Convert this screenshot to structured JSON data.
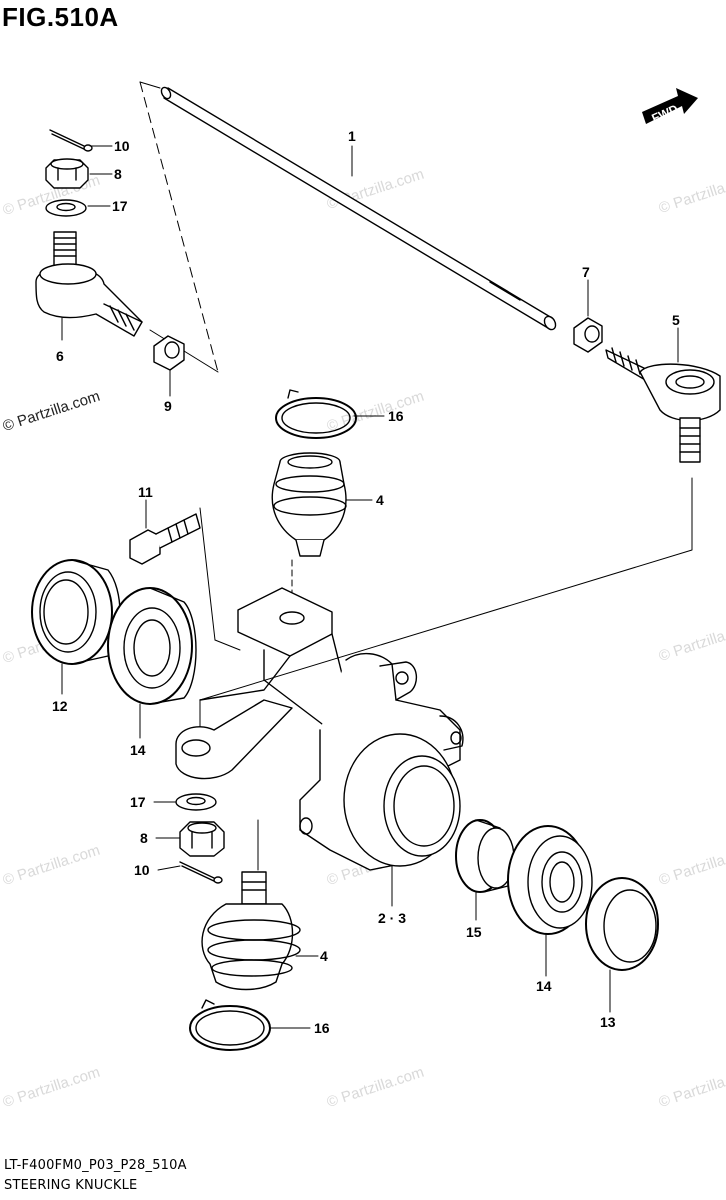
{
  "figure": {
    "title": "FIG.510A",
    "code": "LT-F400FM0_P03_P28_510A",
    "name": "STEERING KNUCKLE"
  },
  "fwd_badge": "FWD",
  "watermark": "© Partzilla.com",
  "callouts": [
    {
      "id": "c1",
      "label": "1"
    },
    {
      "id": "c10a",
      "label": "10"
    },
    {
      "id": "c8a",
      "label": "8"
    },
    {
      "id": "c17a",
      "label": "17"
    },
    {
      "id": "c7",
      "label": "7"
    },
    {
      "id": "c5",
      "label": "5"
    },
    {
      "id": "c6",
      "label": "6"
    },
    {
      "id": "c9",
      "label": "9"
    },
    {
      "id": "c16a",
      "label": "16"
    },
    {
      "id": "c4a",
      "label": "4"
    },
    {
      "id": "c11",
      "label": "11"
    },
    {
      "id": "c12",
      "label": "12"
    },
    {
      "id": "c14a",
      "label": "14"
    },
    {
      "id": "c17b",
      "label": "17"
    },
    {
      "id": "c8b",
      "label": "8"
    },
    {
      "id": "c10b",
      "label": "10"
    },
    {
      "id": "c23",
      "label": "2 · 3"
    },
    {
      "id": "c15",
      "label": "15"
    },
    {
      "id": "c14b",
      "label": "14"
    },
    {
      "id": "c13",
      "label": "13"
    },
    {
      "id": "c4b",
      "label": "4"
    },
    {
      "id": "c16b",
      "label": "16"
    }
  ]
}
